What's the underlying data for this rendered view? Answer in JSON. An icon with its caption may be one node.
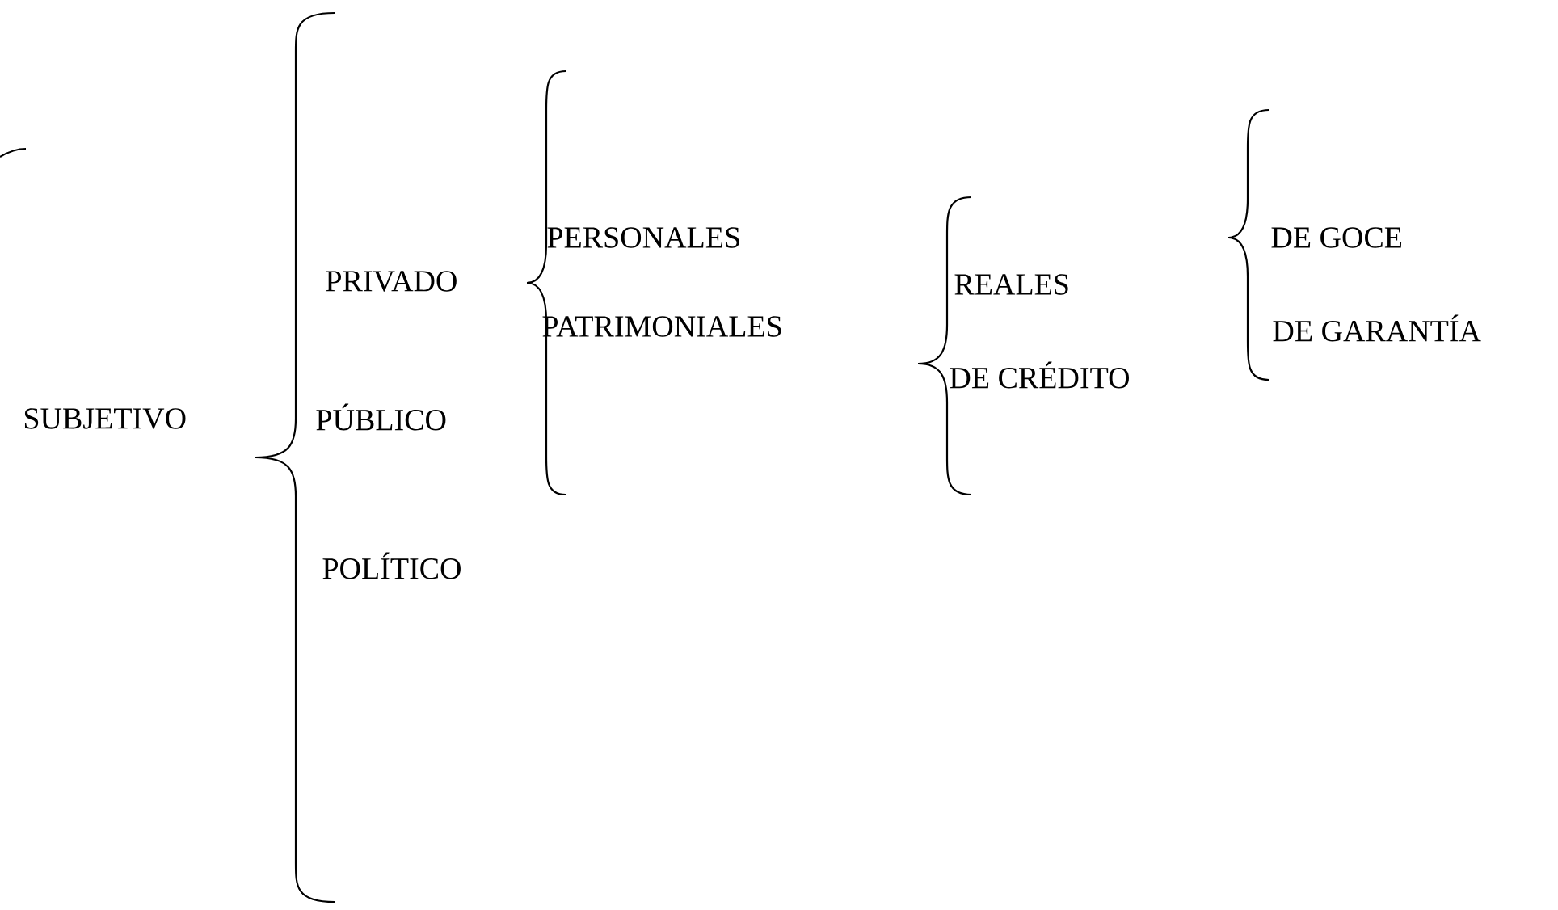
{
  "diagram": {
    "labels": [
      "SUBJETIVO",
      "PRIVADO",
      "PÚBLICO",
      "POLÍTICO",
      "PERSONALES",
      "PATRIMONIALES",
      "REALES",
      "DE CRÉDITO",
      "DE GOCE",
      "DE GARANTÍA"
    ]
  }
}
